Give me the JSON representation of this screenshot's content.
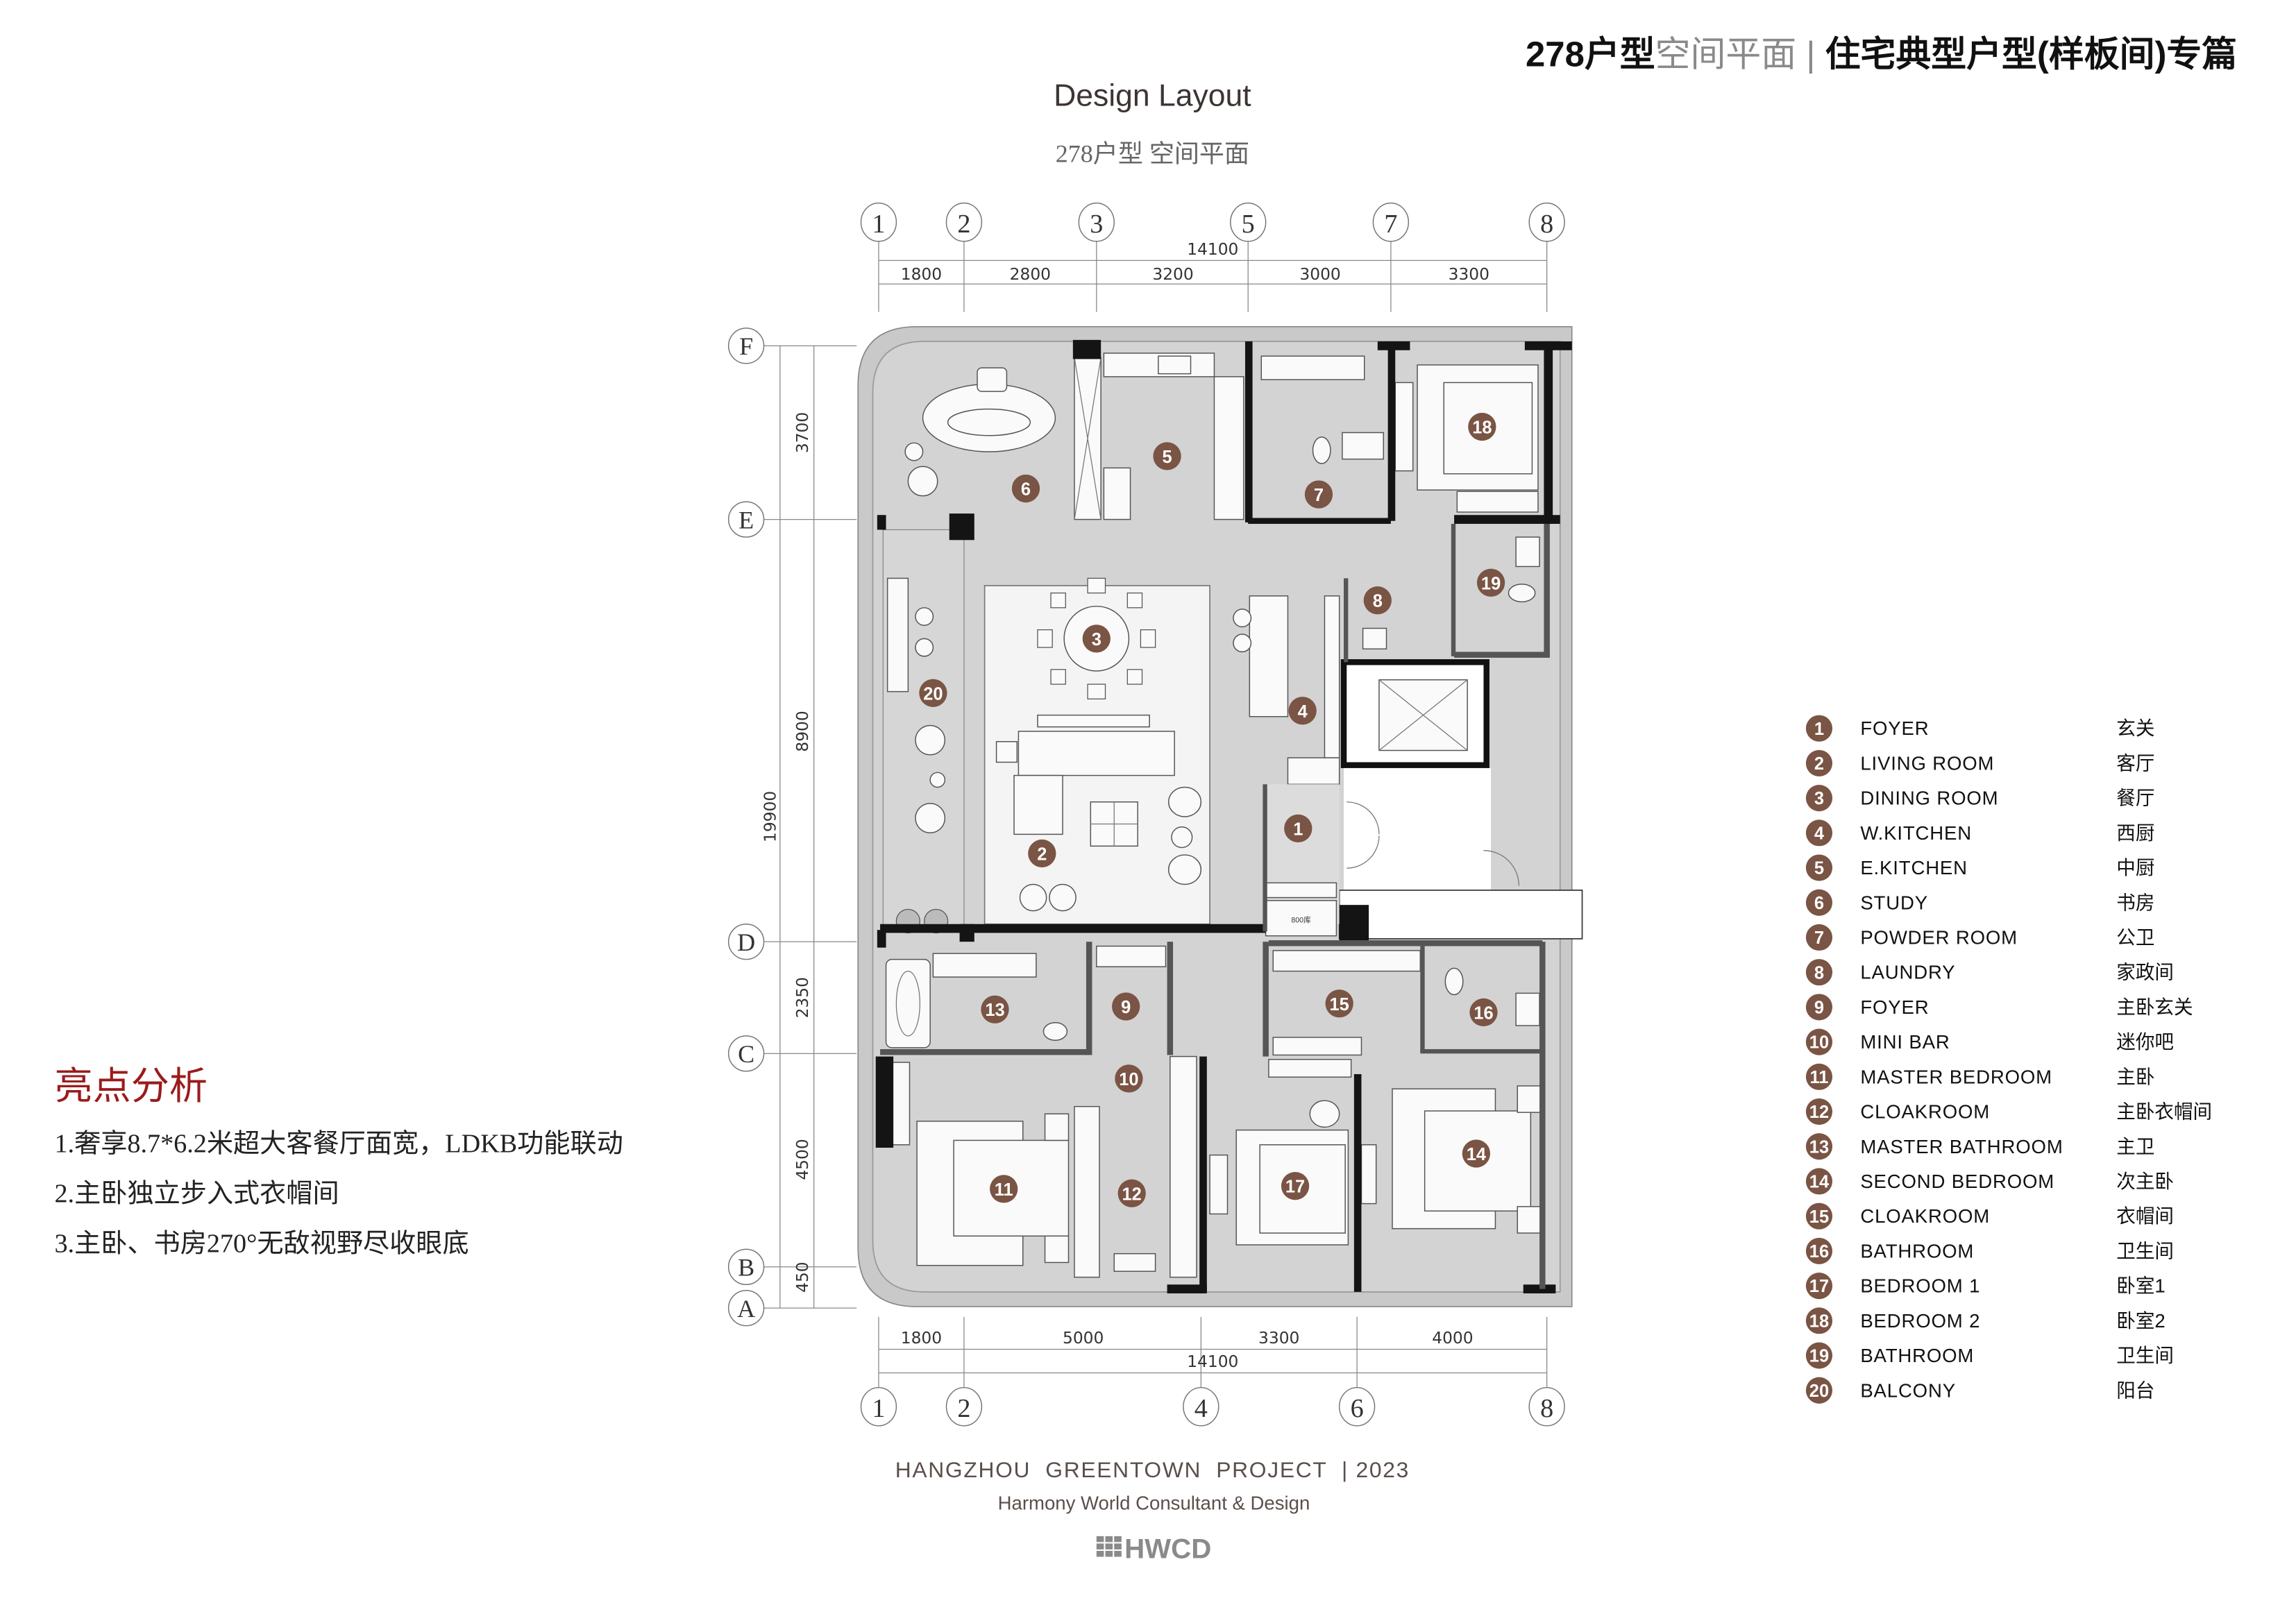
{
  "header": {
    "title_bold": "278户型",
    "title_light": "空间平面",
    "separator": " | ",
    "subtitle": "住宅典型户型(样板间)专篇"
  },
  "layout": {
    "title": "Design Layout",
    "subtitle": "278户型 空间平面"
  },
  "highlights": {
    "title": "亮点分析",
    "items": [
      "1.奢享8.7*6.2米超大客餐厅面宽，LDKB功能联动",
      "2.主卧独立步入式衣帽间",
      "3.主卧、书房270°无敌视野尽收眼底"
    ]
  },
  "legend": [
    {
      "num": "1",
      "en": "FOYER",
      "zh": "玄关"
    },
    {
      "num": "2",
      "en": "LIVING ROOM",
      "zh": "客厅"
    },
    {
      "num": "3",
      "en": "DINING ROOM",
      "zh": "餐厅"
    },
    {
      "num": "4",
      "en": "W.KITCHEN",
      "zh": "西厨"
    },
    {
      "num": "5",
      "en": "E.KITCHEN",
      "zh": "中厨"
    },
    {
      "num": "6",
      "en": "STUDY",
      "zh": "书房"
    },
    {
      "num": "7",
      "en": "POWDER ROOM",
      "zh": "公卫"
    },
    {
      "num": "8",
      "en": "LAUNDRY",
      "zh": "家政间"
    },
    {
      "num": "9",
      "en": "FOYER",
      "zh": "主卧玄关"
    },
    {
      "num": "10",
      "en": "MINI BAR",
      "zh": "迷你吧"
    },
    {
      "num": "11",
      "en": "MASTER BEDROOM",
      "zh": "主卧"
    },
    {
      "num": "12",
      "en": "CLOAKROOM",
      "zh": "主卧衣帽间"
    },
    {
      "num": "13",
      "en": "MASTER BATHROOM",
      "zh": "主卫"
    },
    {
      "num": "14",
      "en": "SECOND BEDROOM",
      "zh": "次主卧"
    },
    {
      "num": "15",
      "en": "CLOAKROOM",
      "zh": "衣帽间"
    },
    {
      "num": "16",
      "en": "BATHROOM",
      "zh": "卫生间"
    },
    {
      "num": "17",
      "en": "BEDROOM 1",
      "zh": "卧室1"
    },
    {
      "num": "18",
      "en": "BEDROOM 2",
      "zh": "卧室2"
    },
    {
      "num": "19",
      "en": " BATHROOM",
      "zh": "卫生间"
    },
    {
      "num": "20",
      "en": "BALCONY",
      "zh": "阳台"
    }
  ],
  "plan": {
    "grid_top": [
      "1",
      "2",
      "3",
      "5",
      "7",
      "8"
    ],
    "grid_bottom": [
      "1",
      "2",
      "4",
      "6",
      "8"
    ],
    "grid_left": [
      "F",
      "E",
      "D",
      "C",
      "B",
      "A"
    ],
    "dims_top": {
      "total": "14100",
      "segments": [
        "1800",
        "2800",
        "3200",
        "3000",
        "3300"
      ]
    },
    "dims_bottom": {
      "total": "14100",
      "segments": [
        "1800",
        "5000",
        "3300",
        "4000"
      ]
    },
    "dims_left": {
      "total": "19900",
      "segments": [
        "3700",
        "8900",
        "2350",
        "4500",
        "450"
      ]
    },
    "annotation": "800库"
  },
  "footer": {
    "project": "HANGZHOU  GREENTOWN  PROJECT  | 2023",
    "company": "Harmony World Consultant & Design",
    "logo": "HWCD"
  },
  "colors": {
    "marker": "#7a5444",
    "accent": "#9b1b1b",
    "floor": "#d3d3d3"
  }
}
